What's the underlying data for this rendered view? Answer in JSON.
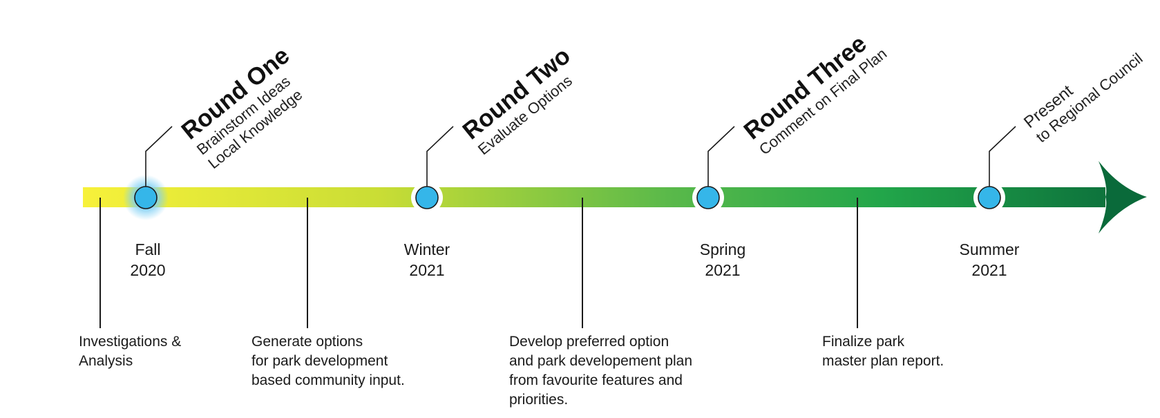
{
  "colors": {
    "bar_start": "#f7f13a",
    "bar_mid": "#a8d23e",
    "bar_end": "#0a6a3a",
    "milestone_fill": "#35b6e9",
    "glow": "#7fd0f4",
    "line": "#1a1a1a"
  },
  "milestones": [
    {
      "id": "round-one",
      "title": "Round One",
      "lines": [
        "Brainstorm Ideas",
        "Local Knowledge"
      ],
      "season": "Fall",
      "year": "2020",
      "highlight": true
    },
    {
      "id": "round-two",
      "title": "Round Two",
      "lines": [
        "Evaluate Options"
      ],
      "season": "Winter",
      "year": "2021",
      "highlight": false
    },
    {
      "id": "round-three",
      "title": "Round Three",
      "lines": [
        "Comment on Final Plan"
      ],
      "season": "Spring",
      "year": "2021",
      "highlight": false
    },
    {
      "id": "present",
      "title": "",
      "lines": [
        "Present",
        "to Regional Council"
      ],
      "season": "Summer",
      "year": "2021",
      "highlight": false
    }
  ],
  "tasks": [
    {
      "id": "investigations",
      "lines": [
        "Investigations &",
        "Analysis"
      ]
    },
    {
      "id": "generate-options",
      "lines": [
        "Generate options",
        "for park development",
        "based community input."
      ]
    },
    {
      "id": "develop-preferred",
      "lines": [
        "Develop preferred option",
        "and park developement plan",
        "from favourite features and",
        "priorities."
      ]
    },
    {
      "id": "finalize",
      "lines": [
        "Finalize park",
        "master plan report."
      ]
    }
  ]
}
